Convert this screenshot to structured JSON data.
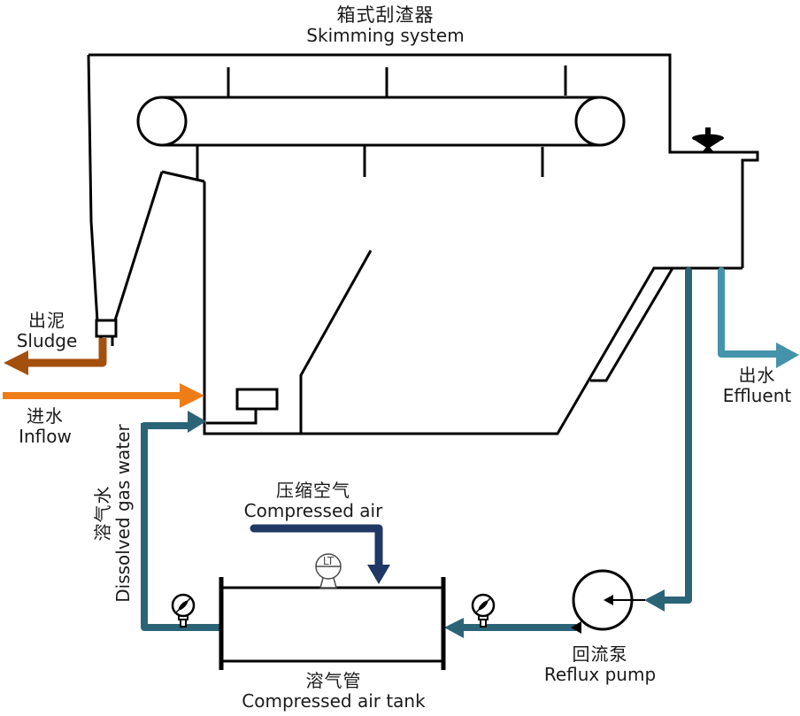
{
  "title": {
    "cn": "箱式刮渣器",
    "en": "Skimming system"
  },
  "labels": {
    "sludge": {
      "cn": "出泥",
      "en": "Sludge"
    },
    "inflow": {
      "cn": "进水",
      "en": "Inflow"
    },
    "dissolved_gas_water country": "",
    "dissolved_gas_water": {
      "cn": "溶气水",
      "en": "Dissolved gas water"
    },
    "compressed_air": {
      "cn": "压缩空气",
      "en": "Compressed air"
    },
    "air_tank": {
      "cn": "溶气管",
      "en": "Compressed air tank"
    },
    "reflux_pump": {
      "cn": "回流泵",
      "en": "Reflux pump"
    },
    "effluent": {
      "cn": "出水",
      "en": "Effluent"
    }
  },
  "instruments": {
    "level_transmitter": "LT"
  },
  "colors": {
    "ink": "#000000",
    "orange": "#EE7D18",
    "brown": "#A3500E",
    "teal-dark": "#2B6477",
    "teal-light": "#4393AA",
    "navy": "#1F3864",
    "instrument-gray": "#4a4a4a"
  }
}
